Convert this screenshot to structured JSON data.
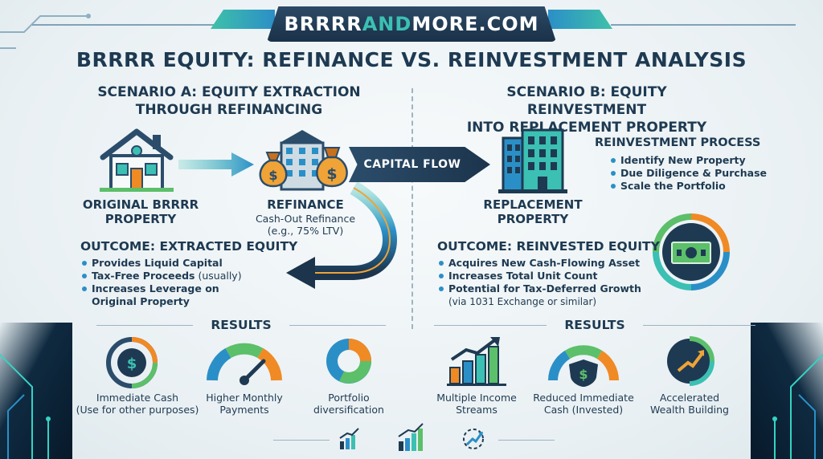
{
  "header": {
    "brand_part1": "BRRRR",
    "brand_part2": "AND",
    "brand_part3": "MORE.COM",
    "title": "BRRRR EQUITY: REFINANCE VS. REINVESTMENT ANALYSIS"
  },
  "scenario_a": {
    "title_line1": "SCENARIO A: EQUITY EXTRACTION",
    "title_line2": "THROUGH REFINANCING",
    "original_label_line1": "ORIGINAL BRRRR",
    "original_label_line2": "PROPERTY",
    "refinance_label": "REFINANCE",
    "refinance_sub_line1": "Cash-Out Refinance",
    "refinance_sub_line2": "(e.g., 75% LTV)",
    "outcome_title": "OUTCOME: EXTRACTED EQUITY",
    "bullets": {
      "b1": "Provides Liquid Capital",
      "b2": "Tax-Free Proceeds",
      "b2_note": " (usually)",
      "b3_line1": "Increases Leverage on",
      "b3_line2": "Original Property"
    },
    "results_title": "RESULTS",
    "results": {
      "r1_line1": "Immediate Cash",
      "r1_line2": "(Use for other purposes)",
      "r2_line1": "Higher Monthly",
      "r2_line2": "Payments",
      "r3_line1": "Portfolio",
      "r3_line2": "diversification"
    }
  },
  "capital_flow": "CAPITAL FLOW",
  "scenario_b": {
    "title_line1": "SCENARIO B: EQUITY REINVESTMENT",
    "title_line2": "INTO REPLACEMENT PROPERTY",
    "replacement_label_line1": "REPLACEMENT",
    "replacement_label_line2": "PROPERTY",
    "process_title": "REINVESTMENT PROCESS",
    "process_items": {
      "p1": "Identify New Property",
      "p2": "Due Diligence & Purchase",
      "p3": "Scale the Portfolio"
    },
    "outcome_title": "OUTCOME: REINVESTED EQUITY",
    "bullets": {
      "b1": "Acquires New Cash-Flowing Asset",
      "b2": "Increases Total Unit Count",
      "b3": "Potential for Tax-Deferred Growth",
      "b3_note": "(via 1031 Exchange or similar)"
    },
    "results_title": "RESULTS",
    "results": {
      "r1_line1": "Multiple Income",
      "r1_line2": "Streams",
      "r2_line1": "Reduced Immediate",
      "r2_line2": "Cash (Invested)",
      "r3_line1": "Accelerated",
      "r3_line2": "Wealth Building"
    }
  },
  "icons": {
    "house": "house-icon",
    "building": "bank-building-icon",
    "money_bag": "money-bag-icon",
    "replacement_building": "apartment-building-icon",
    "cash": "cash-bill-icon",
    "gauge": "gauge-icon",
    "pie": "pie-chart-icon",
    "bar_chart": "bar-chart-icon",
    "growth": "growth-arrow-icon"
  },
  "colors": {
    "navy": "#1e3a52",
    "teal": "#3bc0b3",
    "blue": "#2b8fc7",
    "orange": "#f08a24",
    "green": "#5cbf6a"
  }
}
